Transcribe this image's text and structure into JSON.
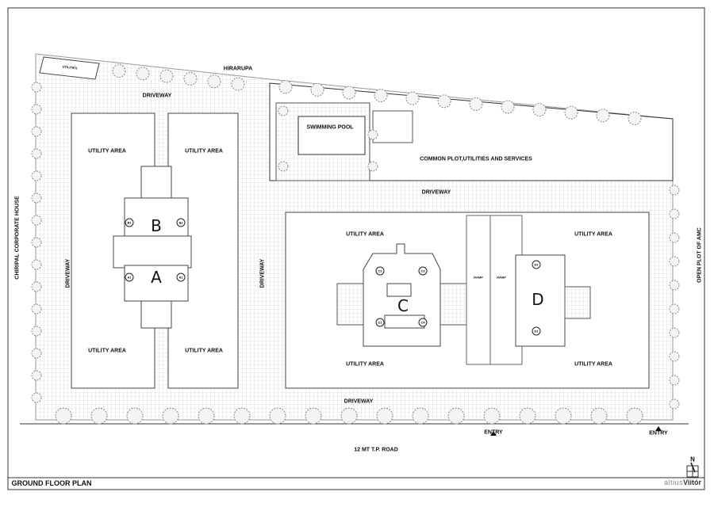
{
  "title": "GROUND FLOOR PLAN",
  "brand": {
    "prefix": "altius",
    "name": "Viitór"
  },
  "north_label": "N",
  "surroundings": {
    "north": "HIRARUPA",
    "west": "CHIRIPAL CORPORATE HOUSE",
    "east": "OPEN PLOT OF AMC",
    "south": "12 MT T.P. ROAD"
  },
  "labels": {
    "utilities": "UTILITIES",
    "swimming_pool": "SWIMMING POOL",
    "common_plot": "COMMON PLOT,UTILITIES AND SERVICES",
    "driveway": "DRIVEWAY",
    "utility_area": "UTILITY AREA",
    "entry": "ENTRY",
    "ramp": "RAMP"
  },
  "buildings": {
    "A": {
      "label": "A",
      "units": [
        "A1",
        "A2"
      ]
    },
    "B": {
      "label": "B",
      "units": [
        "B1",
        "B2"
      ]
    },
    "C": {
      "label": "C",
      "units": [
        "C1",
        "C2",
        "C3",
        "C4"
      ]
    },
    "D": {
      "label": "D",
      "units": [
        "D1",
        "D2"
      ]
    }
  }
}
